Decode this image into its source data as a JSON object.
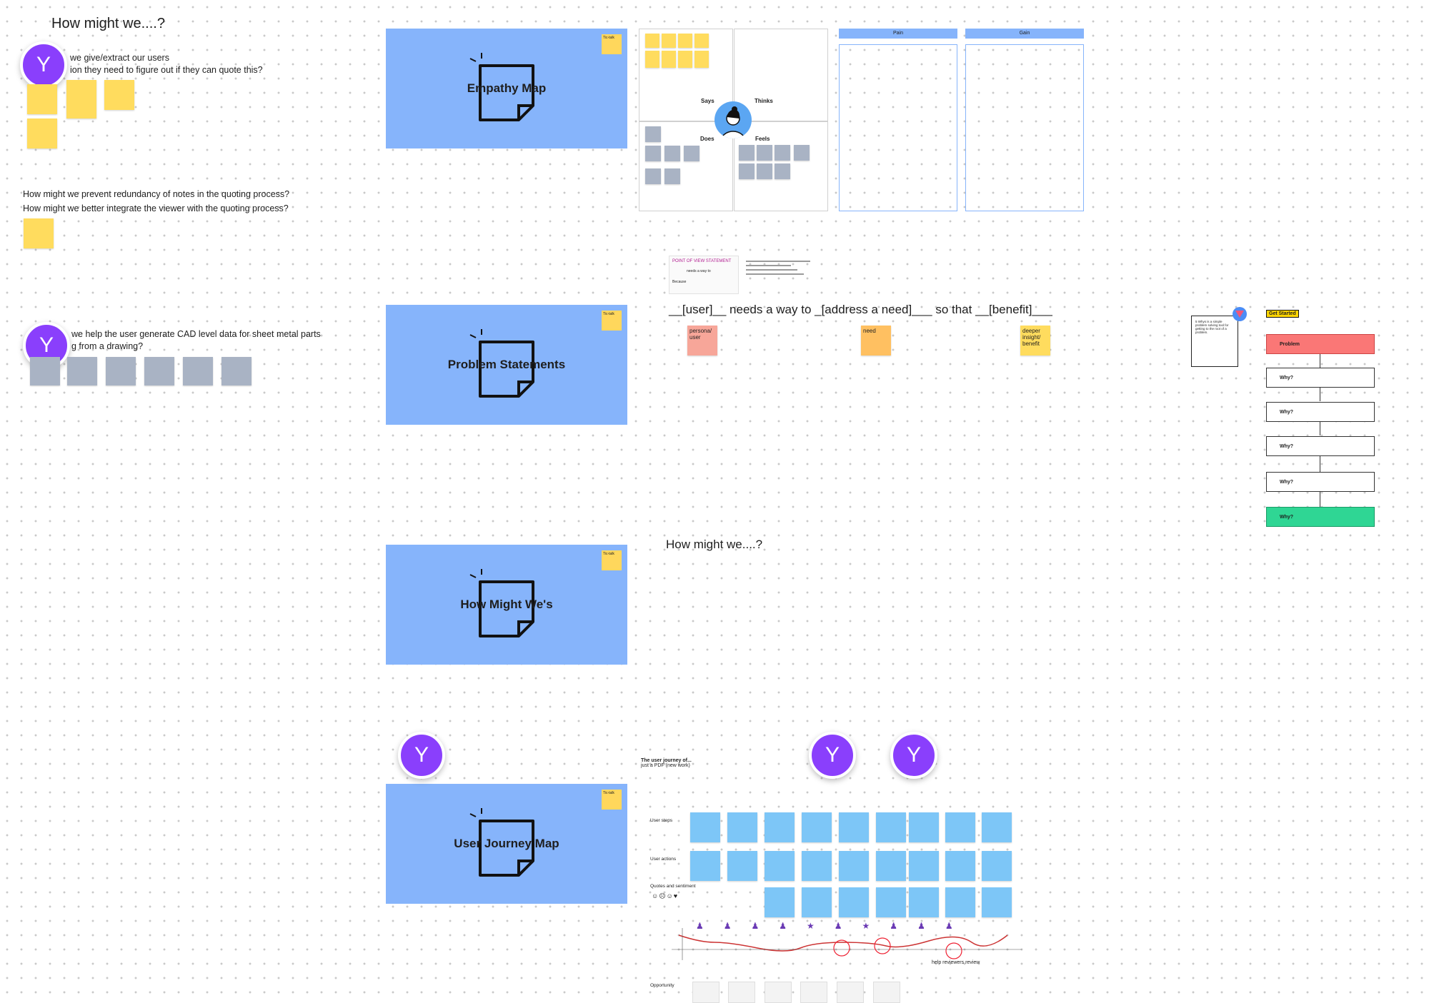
{
  "hmw_section": {
    "title": "How might we....?",
    "q1_line1": "we give/extract our users",
    "q1_line2": "ion they need to figure out if they can quote this?",
    "q2": "How might we prevent redundancy of notes in the quoting process?",
    "q3": "How might we better integrate the viewer with the quoting process?",
    "q4_line1": "we help the user generate CAD level data for sheet metal parts",
    "q4_line2": "g from a drawing?"
  },
  "avatars": {
    "initial": "Y"
  },
  "cards": {
    "empathy": "Empathy Map",
    "problem": "Problem Statements",
    "hmw": "How Might We's",
    "journey": "User Journey Map",
    "mini_note": "Tic-talk"
  },
  "empathy_map": {
    "says": "Says",
    "thinks": "Thinks",
    "does": "Does",
    "feels": "Feels",
    "pain": "Pain",
    "gain": "Gain"
  },
  "pov": {
    "heading": "POINT OF VIEW STATEMENT",
    "needs_way": "needs a way to",
    "because": "Because",
    "statement": "__[user]__ needs a way to _[address a need]___ so that __[benefit]___",
    "persona": "persona/ user",
    "need": "need",
    "insight": "deeper insight/ benefit"
  },
  "five_whys": {
    "get_started": "Get Started",
    "intro": "5 Whys is a simple problem solving tool for getting to the root of a problem.",
    "problem": "Problem",
    "why": "Why?"
  },
  "hmw_right": {
    "title": "How might we....?"
  },
  "journey": {
    "title_line1": "The user journey of...",
    "title_line2": "just a PDF (new work)",
    "row_steps": "User steps",
    "row_actions": "User actions",
    "row_quotes": "Quotes and sentiment",
    "row_opportunity": "Opportunity",
    "help_reviewers": "help reviewers review"
  },
  "colors": {
    "card_blue": "#86b4fb",
    "avatar_purple": "#8a3ffc",
    "sticky_yellow": "#ffdc5e",
    "problem_red": "#fa7776",
    "why_green": "#2fd694",
    "pain_header": "#86b4fb"
  }
}
